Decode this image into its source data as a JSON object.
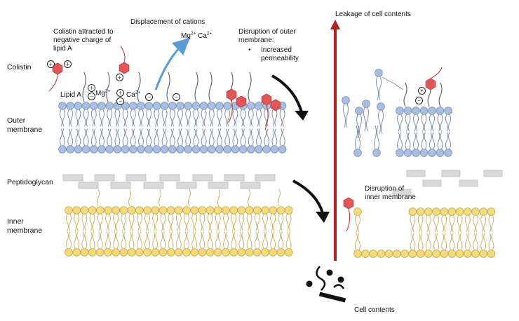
{
  "labels": {
    "colistin_attracted": [
      "Colistin attracted to",
      "negative charge of",
      "lipid A"
    ],
    "displacement": "Displacement of cations",
    "mg": "Mg",
    "ca": "Ca",
    "charge_2plus": "2+",
    "disruption_outer": [
      "Disruption of outer",
      "membrane:"
    ],
    "increased_permeability": [
      "Increased",
      "permeability"
    ],
    "leakage": "Leakage of cell contents",
    "colistin_side": "Colistin",
    "outer_membrane_side": [
      "Outer",
      "membrane"
    ],
    "peptidoglycan_side": "Peptidoglycan",
    "inner_membrane_side": [
      "Inner",
      "membrane"
    ],
    "lipid_a": "Lipid A",
    "disruption_inner": [
      "Disruption of",
      "inner membrane"
    ],
    "cell_contents": "Cell contents",
    "plus": "+",
    "minus": "−"
  },
  "colors": {
    "outer_head": "#a8bfe4",
    "inner_head": "#f6da7c",
    "colistin": "#e15759",
    "peptidoglycan": "#d9d9d9",
    "leak_arrow": "#b51c1c",
    "displacement_arrow": "#5b9bd5"
  }
}
